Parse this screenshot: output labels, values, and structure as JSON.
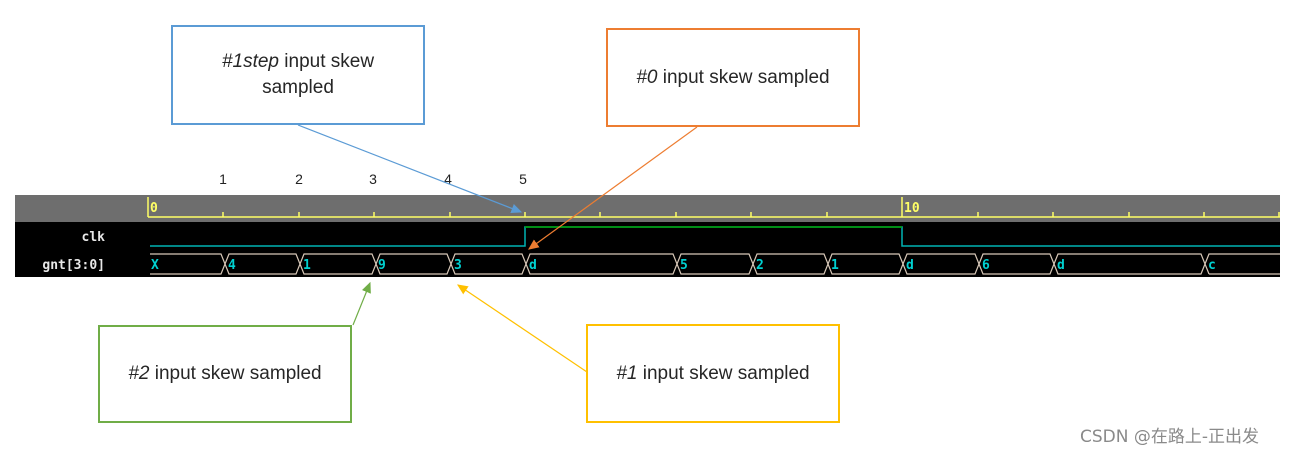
{
  "callouts": {
    "step1": {
      "keyword": "#1step",
      "text": " input skew",
      "line2": "sampled"
    },
    "skew0": {
      "keyword": "#0",
      "text": " input skew sampled"
    },
    "skew2": {
      "keyword": "#2",
      "text": " input skew sampled"
    },
    "skew1": {
      "keyword": "#1",
      "text": " input skew sampled"
    }
  },
  "colors": {
    "step1": "#5b9bd5",
    "skew0": "#ed7d31",
    "skew2": "#70ad47",
    "skew1": "#ffc000",
    "ruler_tick": "#ffff66",
    "clk_low": "#00b4b4",
    "clk_high": "#00a000",
    "bus": "#d8c8b8",
    "bus_text": "#00d0d0"
  },
  "markers": [
    "1",
    "2",
    "3",
    "4",
    "5"
  ],
  "waveform": {
    "ruler_labels": [
      "0",
      "10"
    ],
    "signals": [
      {
        "name": "clk"
      },
      {
        "name": "gnt[3:0]"
      }
    ],
    "bus_values": [
      "X",
      "4",
      "1",
      "9",
      "3",
      "d",
      "5",
      "2",
      "1",
      "d",
      "6",
      "d",
      "c"
    ]
  },
  "watermark": "CSDN @在路上-正出发"
}
